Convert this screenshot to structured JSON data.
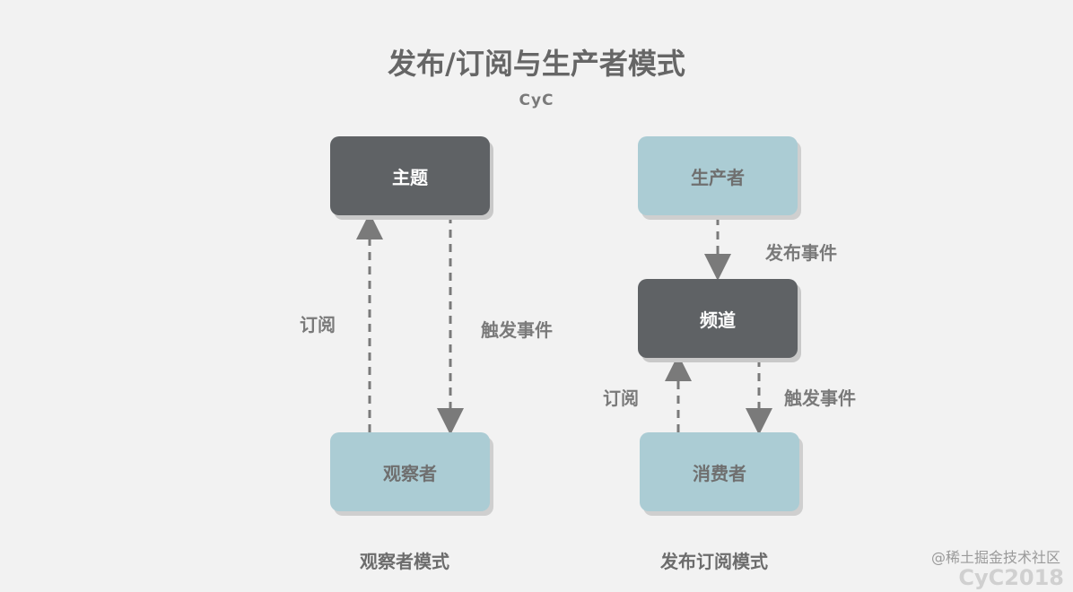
{
  "diagram": {
    "title": "发布/订阅与生产者模式",
    "subtitle": "CyC",
    "observer_pattern": {
      "subject": "主题",
      "observer": "观察者",
      "subscribe_label": "订阅",
      "trigger_label": "触发事件",
      "caption": "观察者模式"
    },
    "pubsub_pattern": {
      "producer": "生产者",
      "channel": "频道",
      "consumer": "消费者",
      "publish_label": "发布事件",
      "subscribe_label": "订阅",
      "trigger_label": "触发事件",
      "caption": "发布订阅模式"
    },
    "colors": {
      "dark_node": "#5f6265",
      "light_node": "#abccd4",
      "arrow": "#7a7a7a",
      "background": "#f2f2f2"
    }
  },
  "watermark": {
    "text": "@稀土掘金技术社区",
    "brand": "CyC2018"
  }
}
